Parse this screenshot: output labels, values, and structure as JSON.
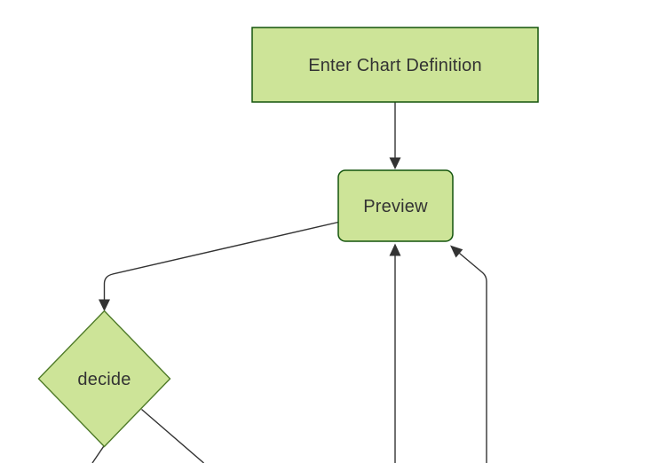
{
  "diagram": {
    "type": "flowchart-preview",
    "background_color": "#ffffff",
    "nodes": [
      {
        "id": "A",
        "label": "Enter Chart Definition",
        "shape": "rectangle"
      },
      {
        "id": "B",
        "label": "Preview",
        "shape": "rounded-rectangle"
      },
      {
        "id": "C",
        "label": "decide",
        "shape": "diamond"
      }
    ],
    "edges": [
      {
        "from": "A",
        "to": "B",
        "arrowhead": true
      },
      {
        "from": "B",
        "to": "C",
        "arrowhead": true
      },
      {
        "from": "C",
        "to": "offscreen-bottom-left",
        "arrowhead": false
      },
      {
        "from": "C",
        "to": "offscreen-bottom-right",
        "arrowhead": false
      },
      {
        "from": "offscreen-bottom-center",
        "to": "B",
        "arrowhead": true
      },
      {
        "from": "offscreen-bottom-right",
        "to": "B",
        "arrowhead": true
      }
    ],
    "colors": {
      "node_fill": "#cde498",
      "rect_border": "#13540c",
      "diamond_border": "#4e7a28",
      "edge": "#333333",
      "text": "#333333"
    }
  }
}
